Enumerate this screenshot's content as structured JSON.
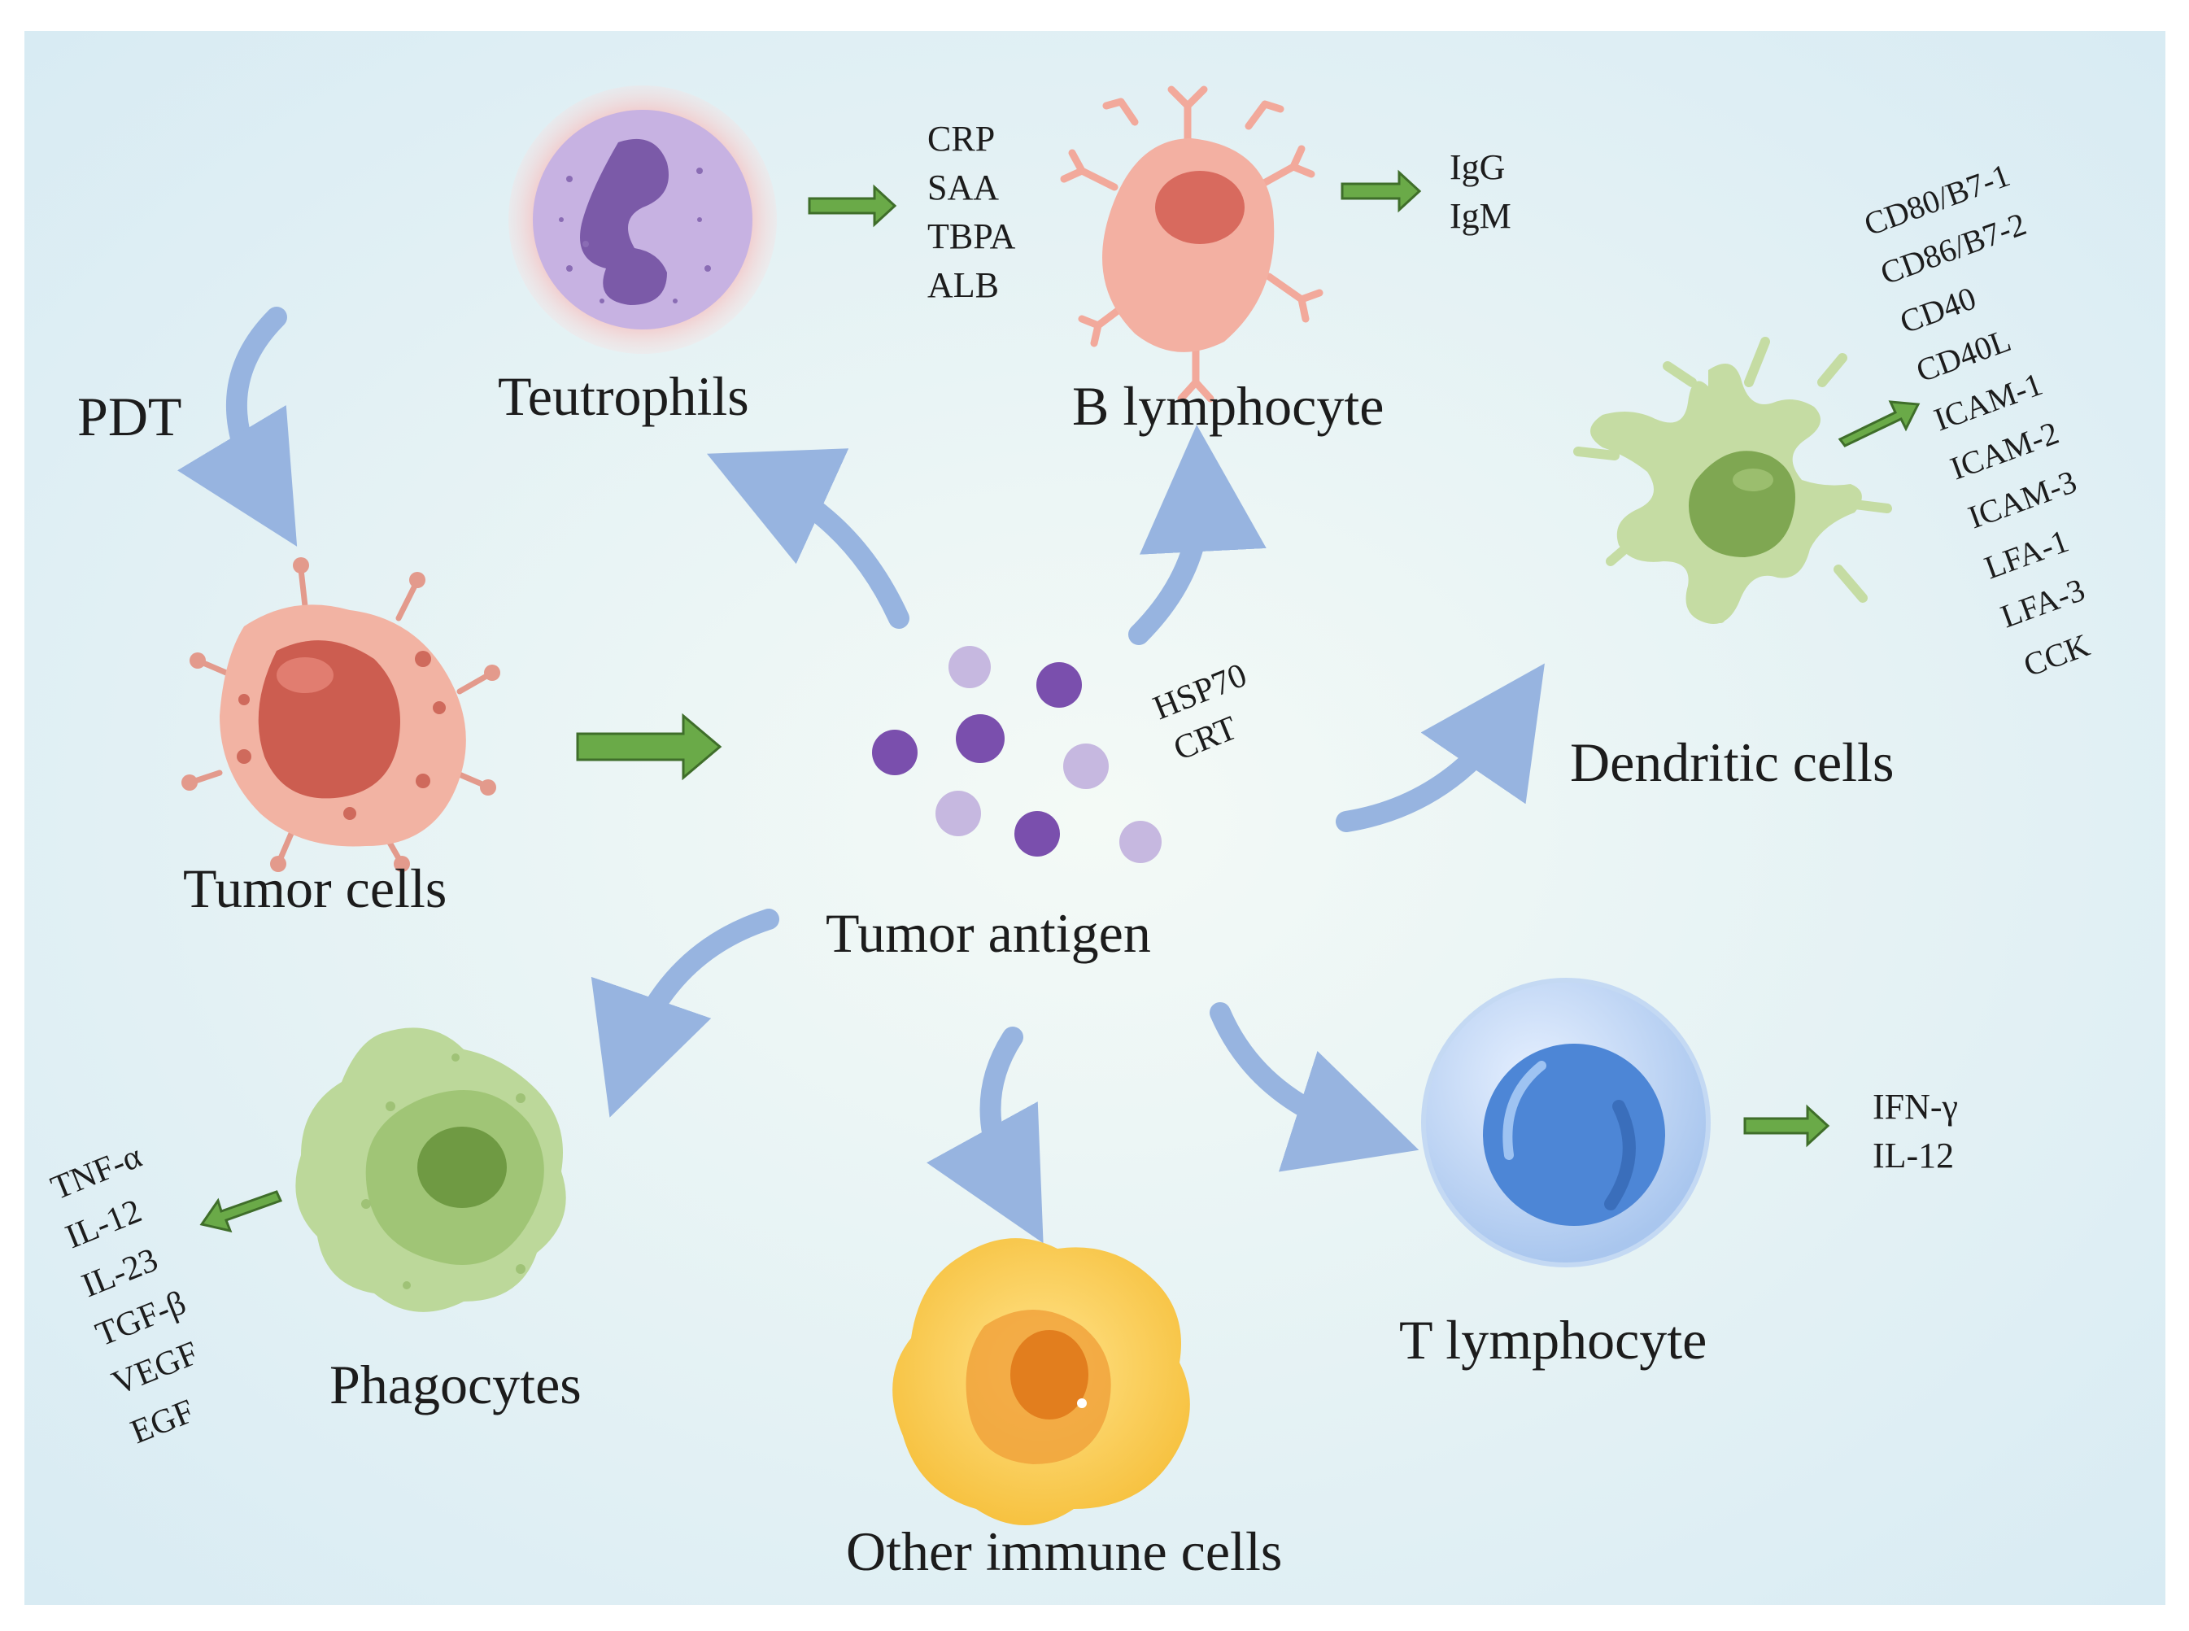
{
  "labels": {
    "pdt": "PDT",
    "tumor_cells": "Tumor cells",
    "tumor_antigen": "Tumor antigen",
    "neutrophils": "Teutrophils",
    "b_lymphocyte": "B lymphocyte",
    "dendritic_cells": "Dendritic cells",
    "t_lymphocyte": "T lymphocyte",
    "phagocytes": "Phagocytes",
    "other_immune": "Other immune cells"
  },
  "markers": {
    "neutrophils": [
      "CRP",
      "SAA",
      "TBPA",
      "ALB"
    ],
    "b_lymphocyte": [
      "IgG",
      "IgM"
    ],
    "dendritic": [
      "CD80/B7-1",
      "CD86/B7-2",
      "CD40",
      "CD40L",
      "ICAM-1",
      "ICAM-2",
      "ICAM-3",
      "LFA-1",
      "LFA-3",
      "CCK"
    ],
    "t_lymphocyte": [
      "IFN-γ",
      "IL-12"
    ],
    "phagocytes": [
      "TNF-α",
      "IL-12",
      "IL-23",
      "TGF-β",
      "VEGF",
      "EGF"
    ],
    "antigen": [
      "HSP70",
      "CRT"
    ]
  },
  "colors": {
    "background": "#e4f1f6",
    "flow_arrow": "#97b4e0",
    "output_arrow": "#6aaa48",
    "tumor_cell": "#e99a8a",
    "neutrophil": "#b39bd4",
    "b_lymphocyte": "#f0a598",
    "dendritic": "#b8d48e",
    "t_lymphocyte": "#6b9ee0",
    "phagocyte": "#a9cc7e",
    "other_immune": "#f5c14a",
    "antigen_dark": "#7a4fad",
    "antigen_light": "#c6b8e0"
  }
}
